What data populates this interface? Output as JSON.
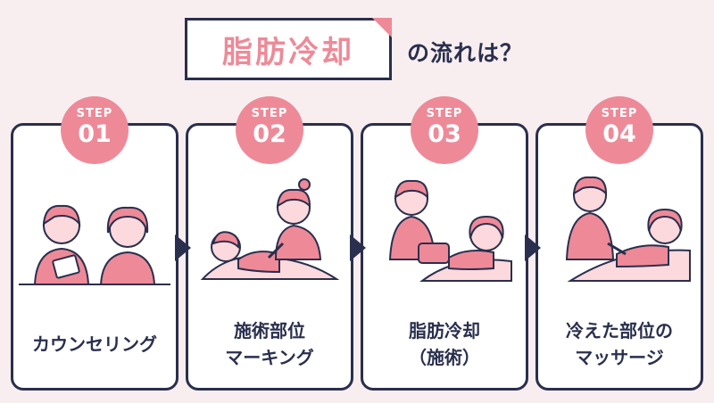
{
  "title": {
    "main": "脂肪冷却",
    "sub": "の流れは？"
  },
  "steps": [
    {
      "step_label": "STEP",
      "number": "01",
      "lines": [
        "カウンセリング"
      ]
    },
    {
      "step_label": "STEP",
      "number": "02",
      "lines": [
        "施術部位",
        "マーキング"
      ]
    },
    {
      "step_label": "STEP",
      "number": "03",
      "lines": [
        "脂肪冷却",
        "（施術）"
      ]
    },
    {
      "step_label": "STEP",
      "number": "04",
      "lines": [
        "冷えた部位の",
        "マッサージ"
      ]
    }
  ],
  "colors": {
    "accent": "#ee8a98",
    "navy": "#2a2f4d",
    "background": "#f8eef0"
  },
  "icons": [
    "counseling-illustration",
    "marking-illustration",
    "cooling-illustration",
    "massage-illustration"
  ]
}
